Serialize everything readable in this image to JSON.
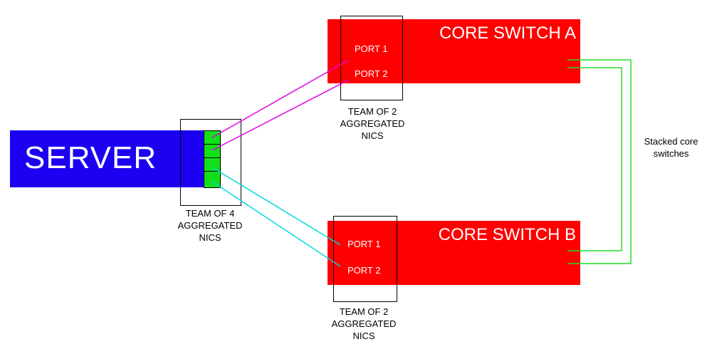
{
  "server": {
    "label": "SERVER"
  },
  "switch_a": {
    "label": "CORE SWITCH A",
    "ports": [
      "PORT 1",
      "PORT 2"
    ]
  },
  "switch_b": {
    "label": "CORE SWITCH B",
    "ports": [
      "PORT 1",
      "PORT 2"
    ]
  },
  "captions": {
    "server_team": [
      "TEAM OF 4",
      "AGGREGATED",
      "NICS"
    ],
    "switch_a_team": [
      "TEAM OF 2",
      "AGGREGATED",
      "NICS"
    ],
    "switch_b_team": [
      "TEAM OF 2",
      "AGGREGATED",
      "NICS"
    ],
    "stacked": [
      "Stacked core",
      "switches"
    ]
  },
  "colors": {
    "server": "#1c00f2",
    "switch": "#ff0000",
    "nic": "#12e01a",
    "link_a": "#e000e0",
    "link_b": "#00d8e0",
    "stack": "#22dd22"
  }
}
